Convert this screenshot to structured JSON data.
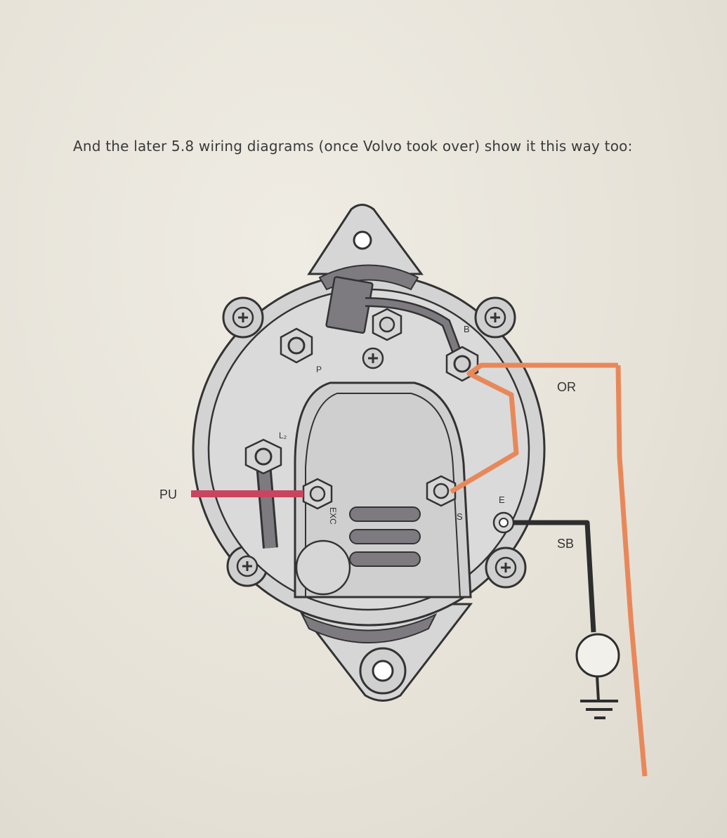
{
  "caption": "And the later 5.8 wiring diagrams (once Volvo took over) show it this way too:",
  "terminals": {
    "b": "B",
    "p": "P",
    "l2": "L₂",
    "exc": "EXC",
    "s": "S",
    "e": "E"
  },
  "wires": {
    "pu": {
      "label": "PU",
      "color": "#c9455f"
    },
    "or": {
      "label": "OR",
      "color": "#e8885a"
    },
    "sb": {
      "label": "SB",
      "color": "#2e2e2e"
    }
  },
  "colors": {
    "body": "#d0d0d0",
    "dark": "#7d7b80",
    "outline": "#333333",
    "paper": "#e9e6dd"
  }
}
